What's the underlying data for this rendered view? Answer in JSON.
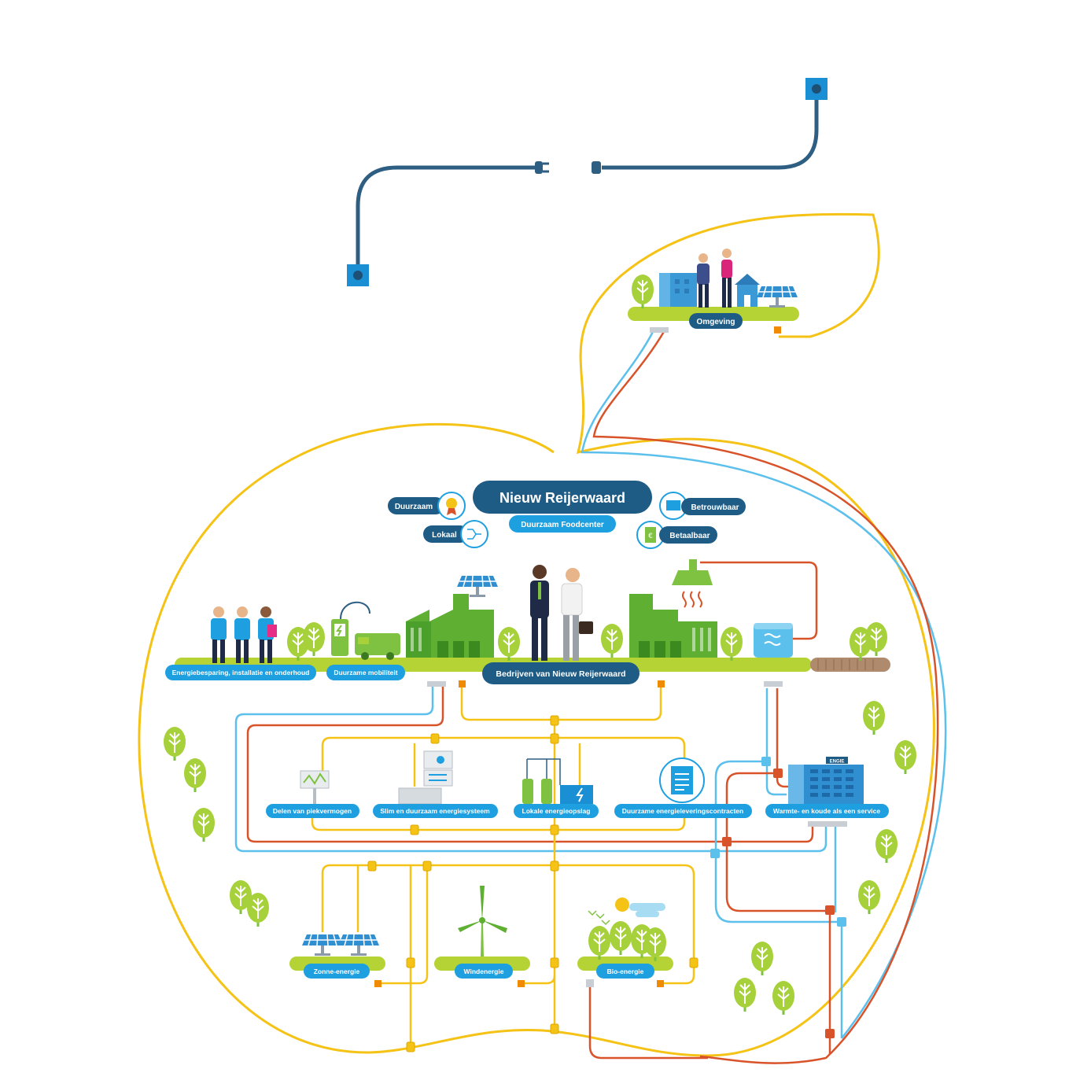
{
  "title": "Nieuw Reijerwaard",
  "subtitle": "Duurzaam Foodcenter",
  "values": {
    "left": [
      "Duurzaam",
      "Lokaal"
    ],
    "right": [
      "Betrouwbaar",
      "Betaalbaar"
    ]
  },
  "top_area": {
    "label": "Omgeving"
  },
  "business_row": {
    "center_label": "Bedrijven van Nieuw Reijerwaard",
    "labels": [
      "Energiebesparing, installatie en onderhoud",
      "Duurzame mobiliteit"
    ]
  },
  "services": [
    "Delen van piekvermogen",
    "Slim en duurzaam energiesysteem",
    "Lokale energieopslag",
    "Duurzame energieleveringscontracten",
    "Warmte- en koude als een service"
  ],
  "sources": [
    "Zonne-energie",
    "Windenergie",
    "Bio-energie"
  ],
  "building_sign": "ENGIE",
  "colors": {
    "dark_blue": "#1e5c86",
    "light_blue": "#1ea0e0",
    "green": "#7fc241",
    "lime": "#b5d334",
    "yellow": "#f5c216",
    "orange": "#f08a00",
    "red": "#d9532a",
    "cyan": "#5bc0eb",
    "cable": "#2e5e82",
    "socket": "#1a8fd3"
  }
}
